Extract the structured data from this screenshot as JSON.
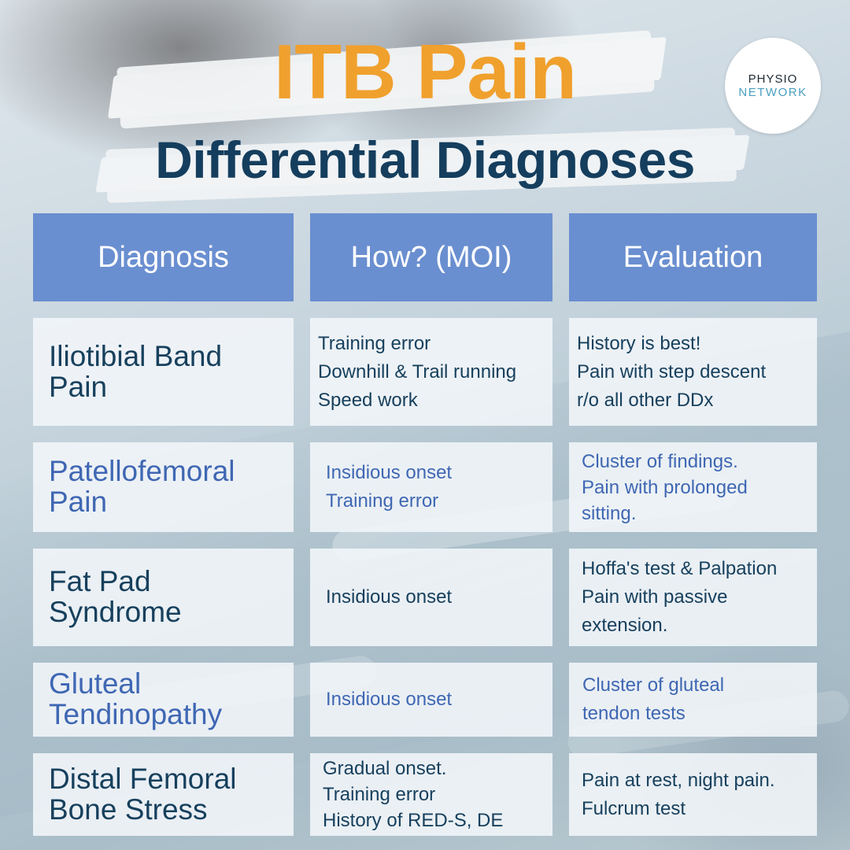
{
  "title": "ITB Pain",
  "subtitle": "Differential Diagnoses",
  "logo": {
    "line1": "PHYSIO",
    "line2": "NETWORK"
  },
  "colors": {
    "title": "#f0a02d",
    "subtitle": "#153e5e",
    "header_bg": "#6a8fd0",
    "dark_text": "#17405d",
    "blue_text": "#3f67b3"
  },
  "table": {
    "headers": [
      "Diagnosis",
      "How? (MOI)",
      "Evaluation"
    ],
    "rows": [
      {
        "diagnosis": [
          "Iliotibial Band",
          "Pain"
        ],
        "moi": [
          "Training error",
          "Downhill & Trail running",
          "Speed work"
        ],
        "evaluation": [
          "History is best!",
          "Pain with step descent",
          "r/o all other DDx"
        ]
      },
      {
        "diagnosis": [
          "Patellofemoral",
          "Pain"
        ],
        "moi": [
          "Insidious onset",
          "Training error"
        ],
        "evaluation": [
          "Cluster of findings.",
          "Pain with prolonged",
          "sitting."
        ]
      },
      {
        "diagnosis": [
          "Fat Pad",
          "Syndrome"
        ],
        "moi": [
          "Insidious onset"
        ],
        "evaluation": [
          "Hoffa's test & Palpation",
          "Pain with passive",
          "extension."
        ]
      },
      {
        "diagnosis": [
          "Gluteal",
          "Tendinopathy"
        ],
        "moi": [
          "Insidious onset"
        ],
        "evaluation": [
          "Cluster of gluteal",
          "tendon tests"
        ]
      },
      {
        "diagnosis": [
          "Distal Femoral",
          "Bone Stress"
        ],
        "moi": [
          "Gradual onset.",
          "Training error",
          "History of RED-S, DE"
        ],
        "evaluation": [
          "Pain at rest, night pain.",
          "Fulcrum test"
        ]
      }
    ]
  }
}
